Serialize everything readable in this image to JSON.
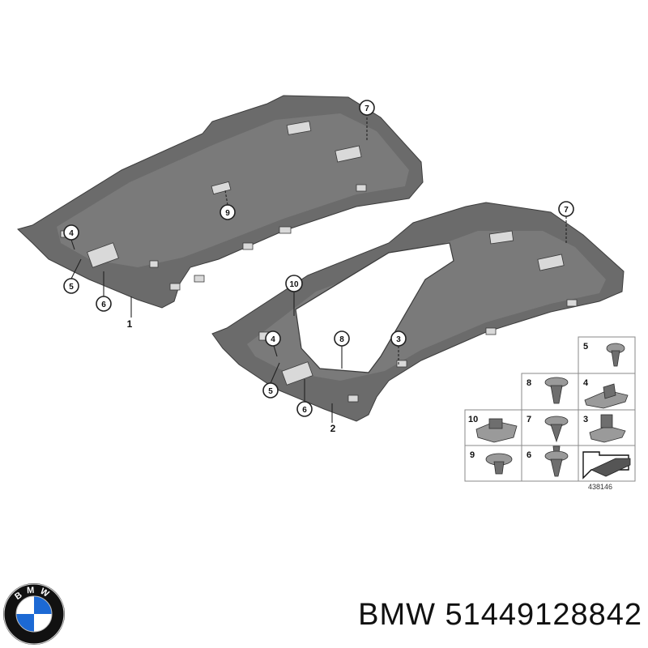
{
  "diagram": {
    "id": "438146",
    "assemblies": [
      {
        "label": "1"
      },
      {
        "label": "2"
      }
    ],
    "callouts": [
      "7",
      "9",
      "4",
      "5",
      "6",
      "10",
      "8",
      "3"
    ],
    "parts_grid": [
      {
        "label": "5",
        "icon": "screw-icon"
      },
      {
        "label": "8",
        "icon": "clip-icon"
      },
      {
        "label": "4",
        "icon": "bracket-icon"
      },
      {
        "label": "10",
        "icon": "retainer-clip-icon"
      },
      {
        "label": "7",
        "icon": "push-clip-icon"
      },
      {
        "label": "3",
        "icon": "mounting-bracket-icon"
      },
      {
        "label": "9",
        "icon": "flange-screw-icon"
      },
      {
        "label": "6",
        "icon": "expansion-clip-icon"
      },
      {
        "label": "",
        "icon": "arrow-icon"
      }
    ]
  },
  "footer": {
    "brand_text": "BMW 51449128842",
    "logo_letters": "BMW",
    "logo_colors": {
      "ring": "#111111",
      "blue": "#1c69d4",
      "white": "#ffffff"
    }
  }
}
